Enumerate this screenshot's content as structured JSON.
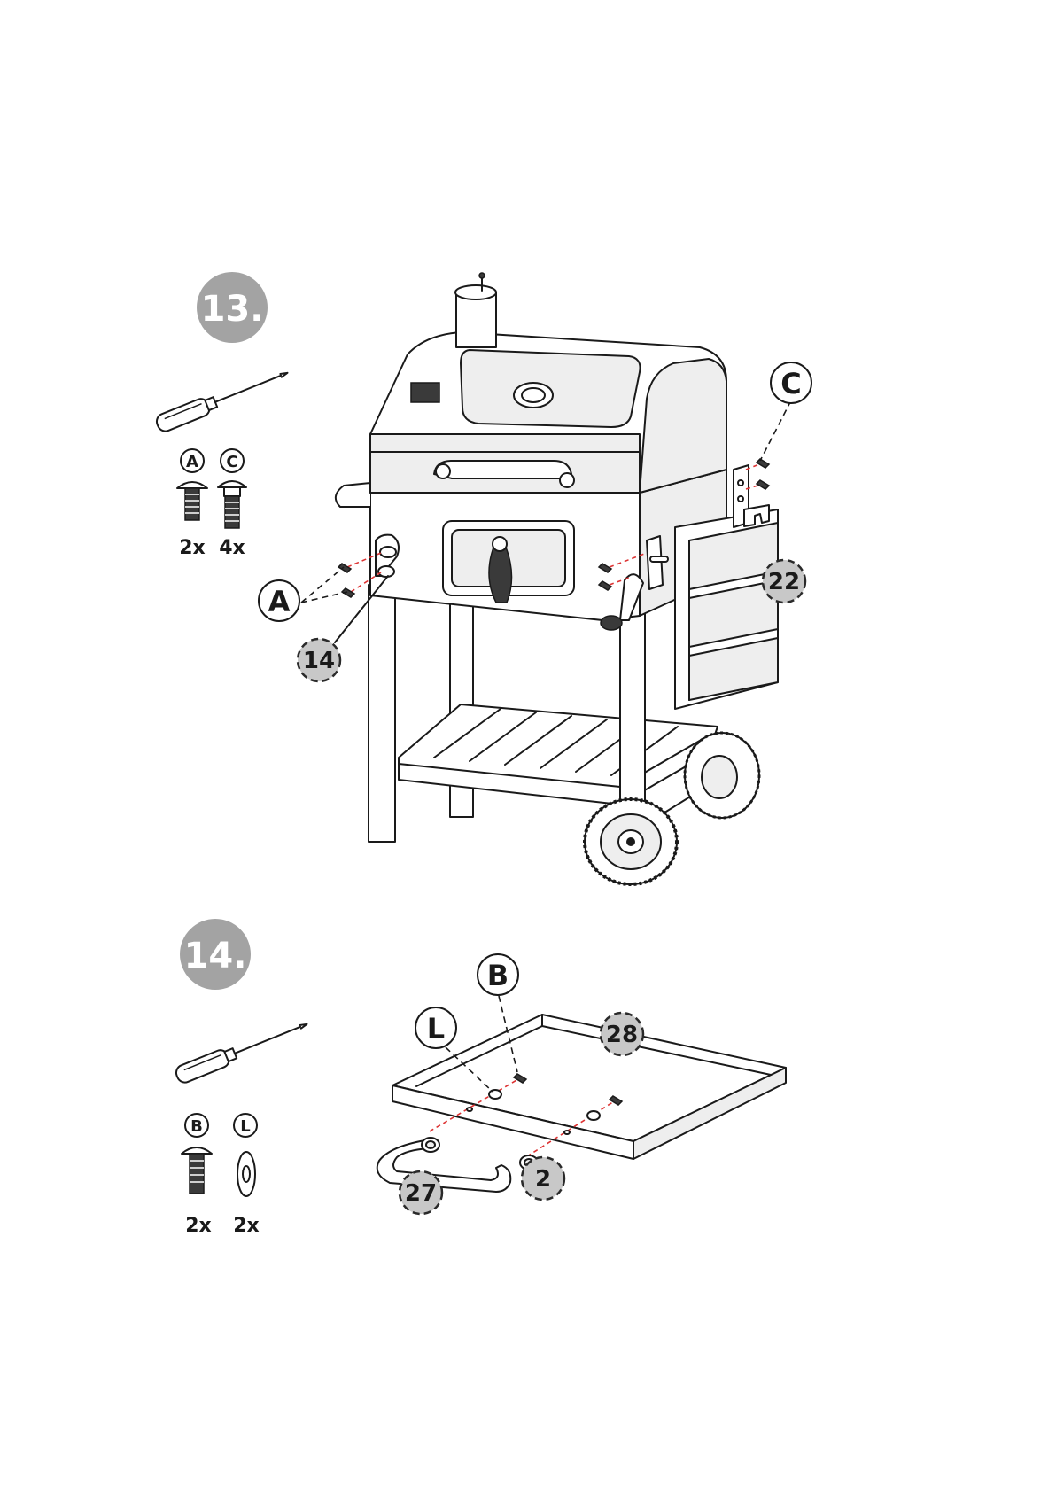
{
  "steps": [
    {
      "number": "13.",
      "hardware": [
        {
          "letter": "A",
          "qty": "2x"
        },
        {
          "letter": "C",
          "qty": "4x"
        }
      ],
      "callouts": [
        "A",
        "C"
      ],
      "parts": [
        "14",
        "22"
      ]
    },
    {
      "number": "14.",
      "hardware": [
        {
          "letter": "B",
          "qty": "2x"
        },
        {
          "letter": "L",
          "qty": "2x"
        }
      ],
      "callouts": [
        "B",
        "L"
      ],
      "parts": [
        "28",
        "27",
        "2"
      ]
    }
  ],
  "colors": {
    "step_badge": "#a3a3a3",
    "part_badge": "#c8c8c8",
    "guide_line": "#dd3333"
  }
}
